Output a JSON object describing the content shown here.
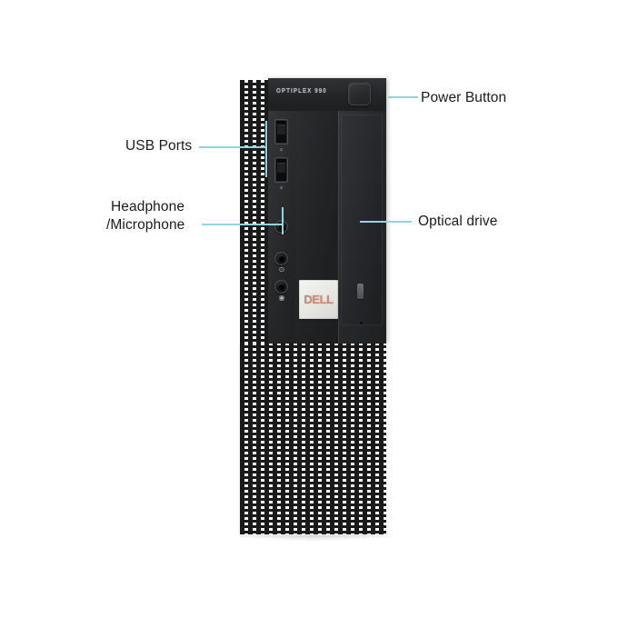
{
  "image": {
    "subject": "Dell OptiPlex small form factor desktop computer front view with callout annotations",
    "background_color": "#ffffff",
    "leader_line_color": "#8fd4de",
    "label_text_color": "#1b1b1b"
  },
  "product": {
    "brand_logo": "DELL",
    "model_badge": "OPTIPLEX 990",
    "chassis_colors": {
      "bezel_dark": "#202123",
      "mesh_light": "#fdfdfd",
      "mesh_hole": "#1a1a1a",
      "dell_logo": "#c98a78",
      "badge_plate": "#ececea"
    }
  },
  "annotations": [
    {
      "id": "power-button",
      "label": "Power Button",
      "align": "left",
      "points_to": "power-button-control"
    },
    {
      "id": "usb-ports",
      "label": "USB Ports",
      "align": "right",
      "points_to": "usb-port-pair"
    },
    {
      "id": "headphone-microphone",
      "label_line_1": "Headphone",
      "label_line_2": "/Microphone",
      "align": "right",
      "points_to": "audio-jack-group"
    },
    {
      "id": "optical-drive",
      "label": "Optical drive",
      "align": "left",
      "points_to": "optical-drive-bay"
    }
  ],
  "front_panel": {
    "usb_port_count": 2,
    "usb_glyph": "⸗",
    "audio_jack_count": 3,
    "headphone_glyph": "⊙",
    "microphone_glyph": "◉",
    "eject_button": "eject",
    "power_button": "power"
  }
}
